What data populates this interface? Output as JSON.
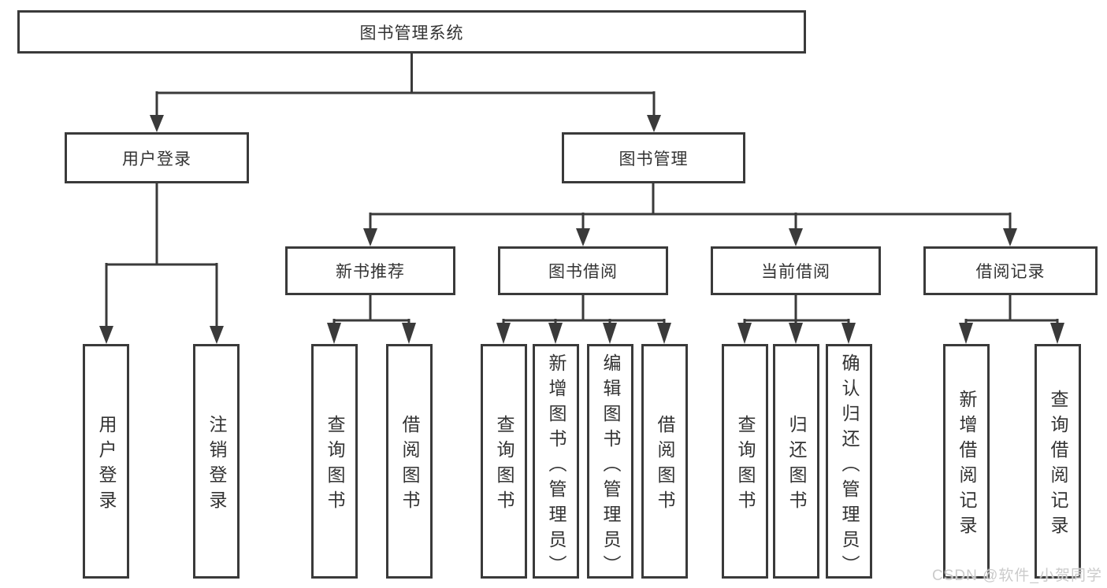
{
  "nodes": {
    "root": {
      "label": "图书管理系统"
    },
    "level1": [
      {
        "label": "用户登录"
      },
      {
        "label": "图书管理"
      }
    ],
    "level2": [
      {
        "label": "新书推荐"
      },
      {
        "label": "图书借阅"
      },
      {
        "label": "当前借阅"
      },
      {
        "label": "借阅记录"
      }
    ],
    "leaves": [
      {
        "label": "用户登录"
      },
      {
        "label": "注销登录"
      },
      {
        "label": "查询图书"
      },
      {
        "label": "借阅图书"
      },
      {
        "label": "查询图书"
      },
      {
        "label": "新增图书（管理员）"
      },
      {
        "label": "编辑图书（管理员）"
      },
      {
        "label": "借阅图书"
      },
      {
        "label": "查询图书"
      },
      {
        "label": "归还图书"
      },
      {
        "label": "确认归还（管理员）"
      },
      {
        "label": "新增借阅记录"
      },
      {
        "label": "查询借阅记录"
      }
    ]
  },
  "watermark": "CSDN @软件_小贺同学",
  "colors": {
    "line": "#3a3a3a",
    "text": "#333333",
    "watermark": "#cbcbcb",
    "background": "#ffffff"
  }
}
